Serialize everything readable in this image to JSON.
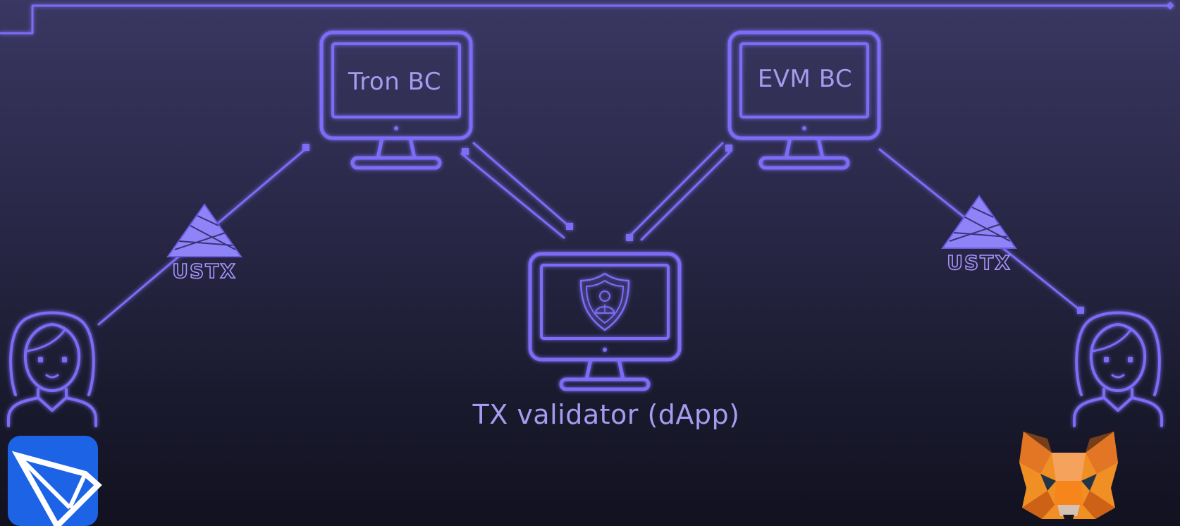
{
  "nodes": {
    "tron": {
      "label": "Tron BC"
    },
    "evm": {
      "label": "EVM BC"
    },
    "validator": {
      "label": "TX validator (dApp)"
    }
  },
  "badges": {
    "left": {
      "text": "USTX"
    },
    "right": {
      "text": "USTX"
    }
  },
  "icons": {
    "left_user": "user-avatar-icon",
    "right_user": "user-avatar-icon",
    "tron_logo": "tron-logo-icon",
    "metamask_logo": "metamask-fox-icon",
    "validator_badge": "shield-user-icon"
  },
  "colors": {
    "neon": "#7b6cf6",
    "label": "#a59bef",
    "tron_blue": "#1d63e6",
    "metamask_orange": "#f08f23"
  }
}
